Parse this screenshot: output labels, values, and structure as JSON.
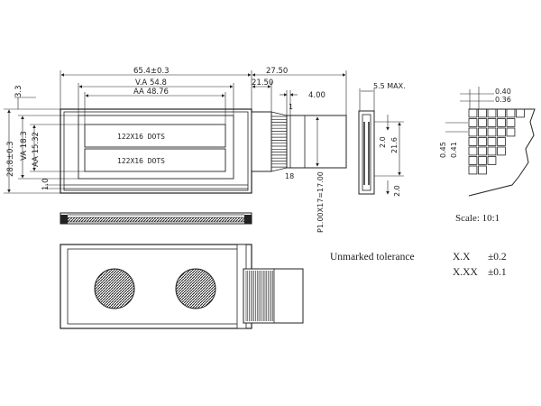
{
  "dims": {
    "overall_width": "65.4±0.3",
    "va_width": "V.A 54.8",
    "aa_width": "AA 48.76",
    "fpc_total": "27.50",
    "fpc_gap": "21.50",
    "fpc_width": "4.00",
    "top_margin": "3.3",
    "overall_height": "28.8±0.3",
    "va_height": "VA 18.3",
    "aa_height": "AA 15.32",
    "bottom_margin": "1.0",
    "pin1": "1",
    "pin18": "18",
    "pitch": "P1.00X17=17.00",
    "thickness": "5.5 MAX.",
    "side_2_0_top": "2.0",
    "side_21_6": "21.6",
    "side_2_0_bottom": "2.0",
    "dot_040": "0.40",
    "dot_036": "0.36",
    "dot_045": "0.45",
    "dot_041": "0.41"
  },
  "screen": {
    "row1": "122X16 DOTS",
    "row2": "122X16 DOTS"
  },
  "notes": {
    "scale": "Scale: 10:1",
    "tolerance_label": "Unmarked tolerance",
    "tol1_key": "X.X",
    "tol1_val": "±0.2",
    "tol2_key": "X.XX",
    "tol2_val": "±0.1"
  }
}
